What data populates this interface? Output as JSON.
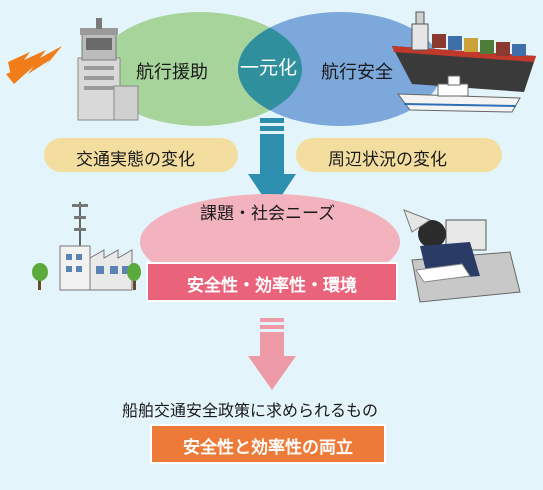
{
  "integration": {
    "left_label": "航行援助",
    "center_label": "一元化",
    "right_label": "航行安全"
  },
  "changes": {
    "left_label": "交通実態の変化",
    "right_label": "周辺状況の変化"
  },
  "needs": {
    "title": "課題・社会ニーズ",
    "box_label": "安全性・効率性・環境"
  },
  "result": {
    "caption": "船舶交通安全政策に求められるもの",
    "box_label": "安全性と効率性の両立"
  },
  "colors": {
    "background": "#e3f5fb",
    "green_ellipse": "#a6d49a",
    "blue_ellipse": "#7da8dc",
    "overlap": "#2f8f9c",
    "beige_banner": "#f3dea0",
    "teal_arrow": "#2c8fb0",
    "pink_ellipse": "#f2b3bf",
    "pink_box": "#e9637b",
    "orange_box": "#ee7a38",
    "pink_arrow": "#ee9aa7"
  },
  "icons": [
    "lighthouse-icon",
    "signal-icon",
    "ship-icon",
    "patrol-boat-icon",
    "factory-icon",
    "tree-icon",
    "office-worker-icon"
  ]
}
